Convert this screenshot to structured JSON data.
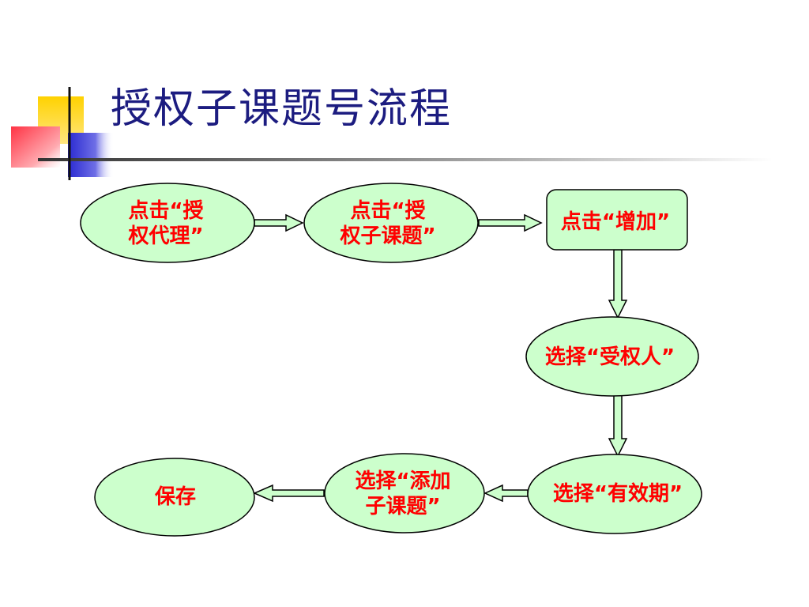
{
  "slide": {
    "title": "授权子课题号流程"
  },
  "flow": {
    "nodes": [
      {
        "id": "click-auth-agent",
        "shape": "ellipse",
        "label": "点击“授\n权代理”"
      },
      {
        "id": "click-auth-subtopic",
        "shape": "ellipse",
        "label": "点击“授\n权子课题”"
      },
      {
        "id": "click-add",
        "shape": "rounded-rectangle",
        "label": "点击“增加”"
      },
      {
        "id": "select-grantee",
        "shape": "ellipse",
        "label": "选择“受权人”"
      },
      {
        "id": "select-validity",
        "shape": "ellipse",
        "label": "选择“有效期”"
      },
      {
        "id": "select-add-subtopic",
        "shape": "ellipse",
        "label": "选择“添加\n子课题”"
      },
      {
        "id": "save",
        "shape": "ellipse",
        "label": "保存"
      }
    ],
    "edges": [
      {
        "from": "click-auth-agent",
        "to": "click-auth-subtopic"
      },
      {
        "from": "click-auth-subtopic",
        "to": "click-add"
      },
      {
        "from": "click-add",
        "to": "select-grantee"
      },
      {
        "from": "select-grantee",
        "to": "select-validity"
      },
      {
        "from": "select-validity",
        "to": "select-add-subtopic"
      },
      {
        "from": "select-add-subtopic",
        "to": "save"
      }
    ]
  },
  "colors": {
    "title": "#1c1c80",
    "node_fill": "#ccffcc",
    "node_stroke": "#000000",
    "label_text": "#ff0000",
    "deco_yellow": "#ffcc00",
    "deco_blue": "#3333cc",
    "deco_red": "#ff4455"
  }
}
